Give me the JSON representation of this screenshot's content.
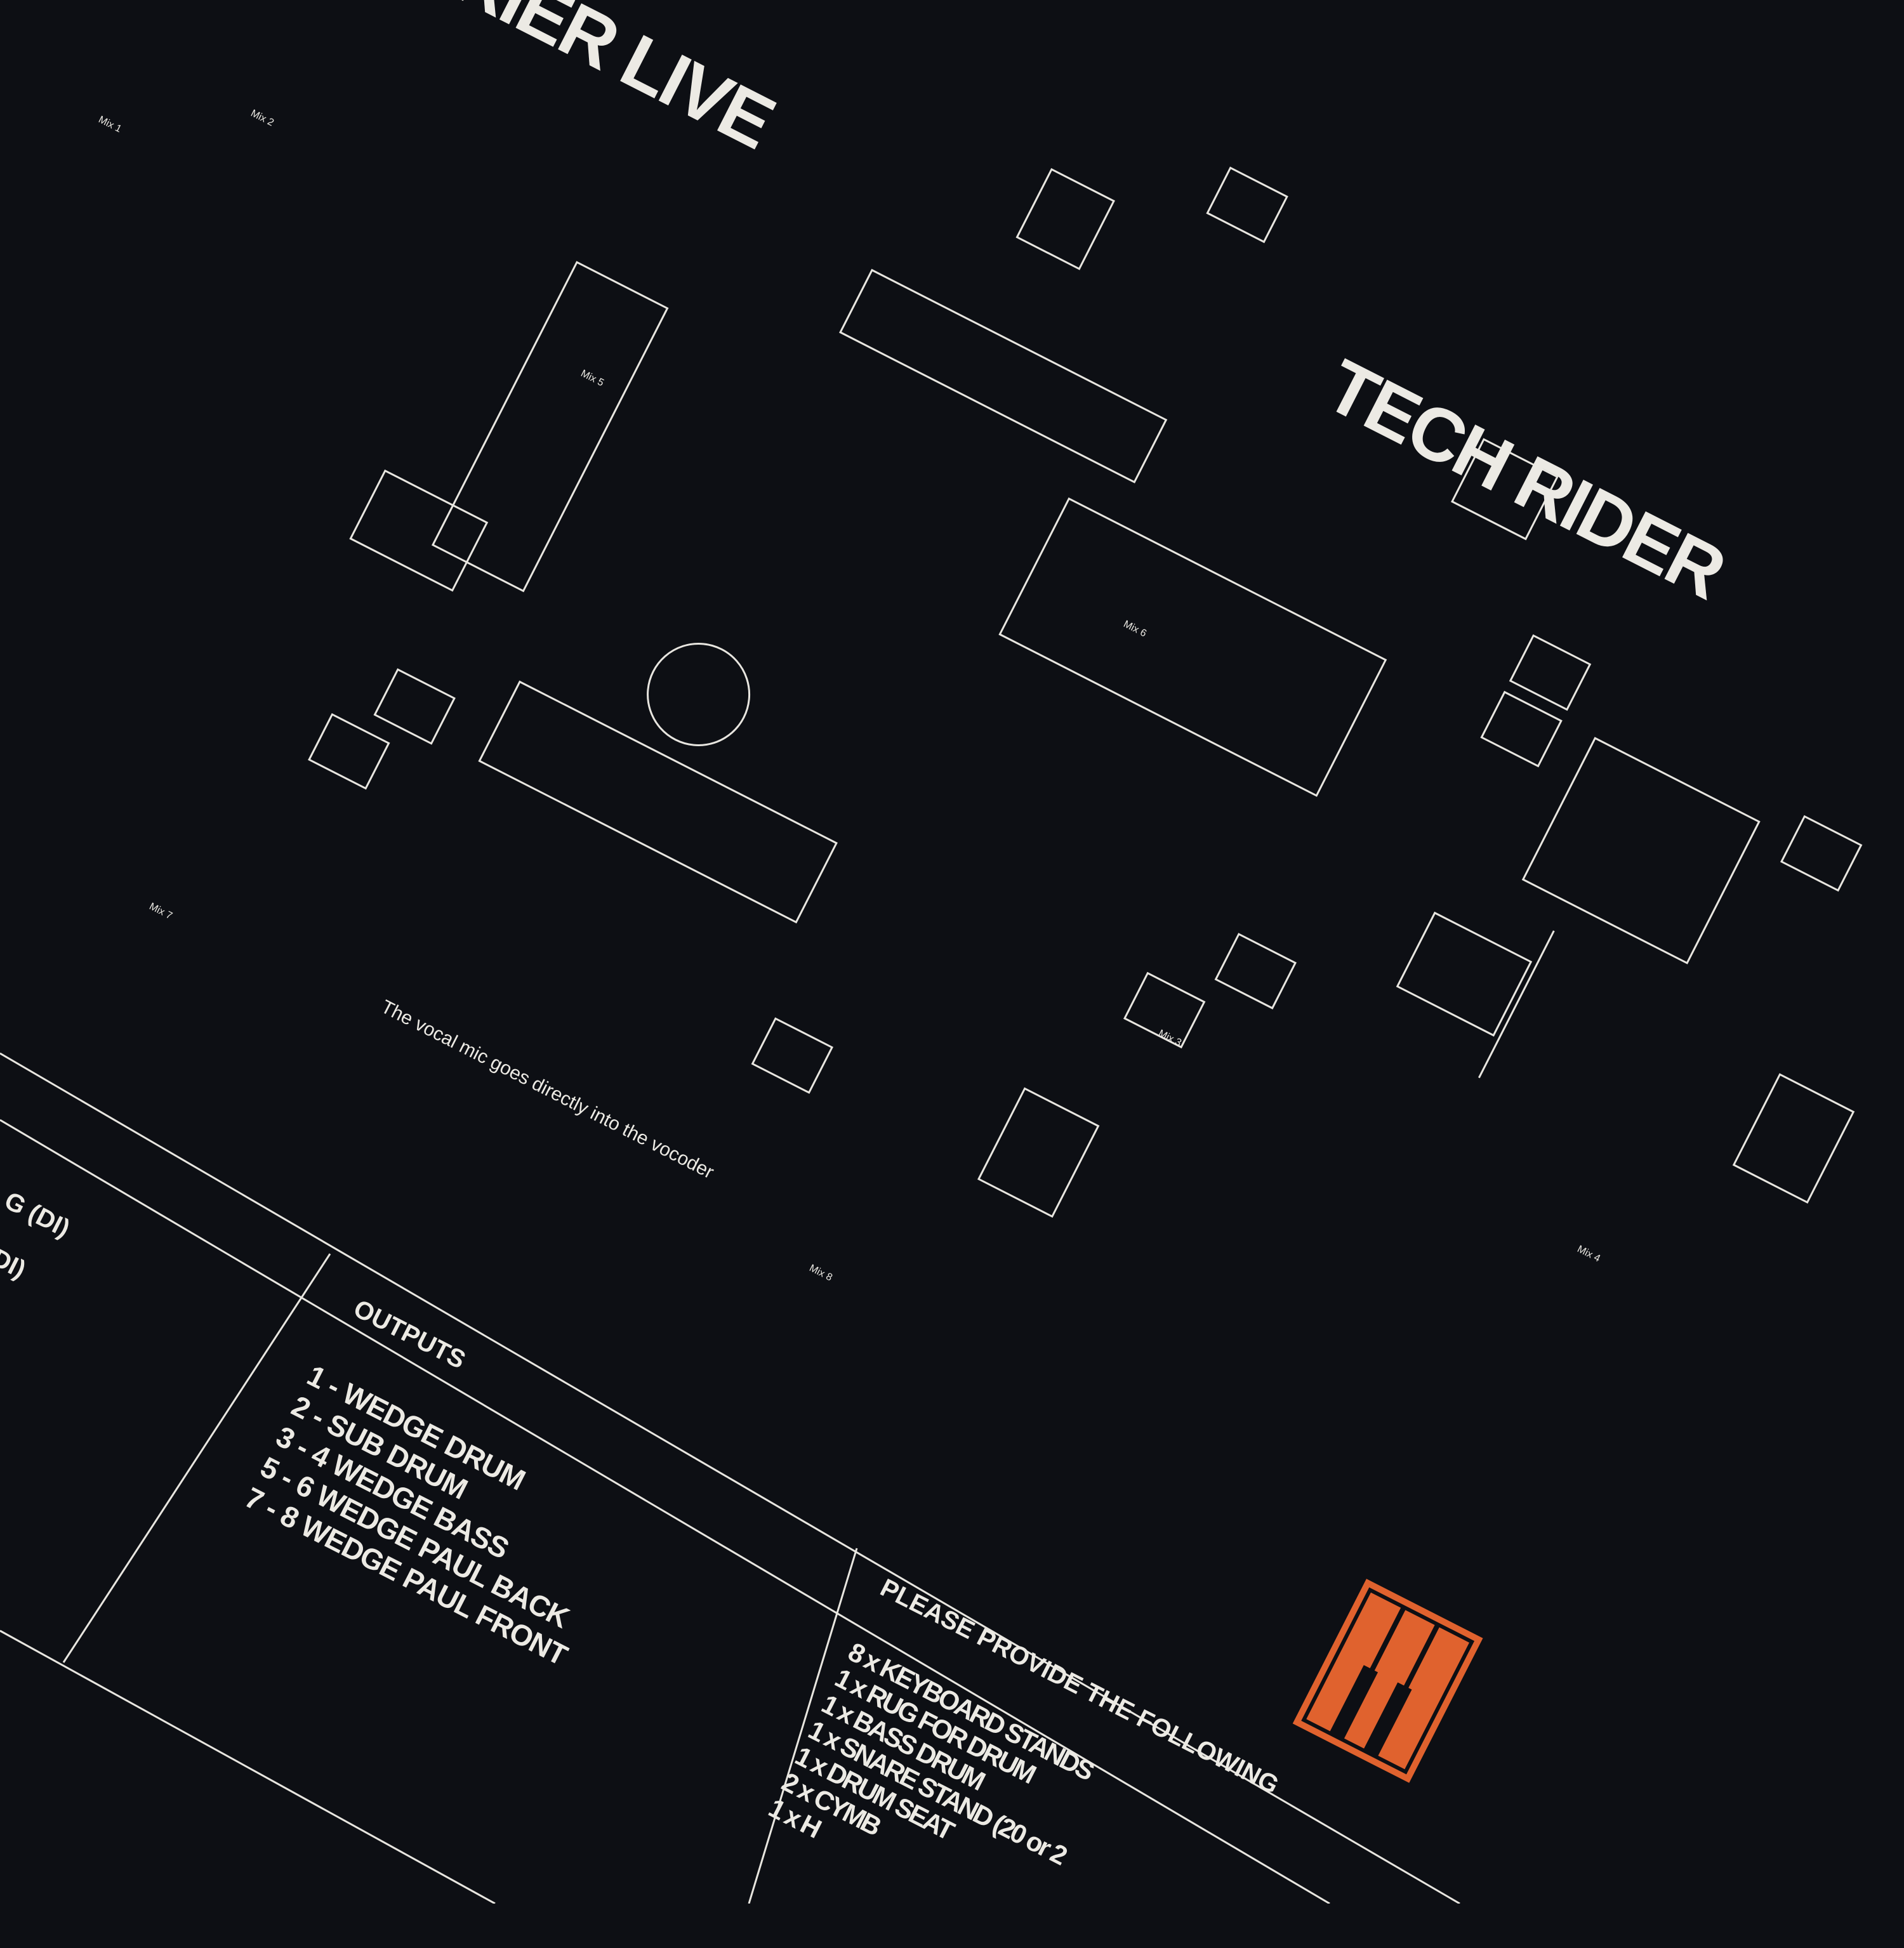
{
  "header": {
    "title_left": "PRIER LIVE",
    "title_right": "TECH RIDER"
  },
  "note": "The vocal mic goes directly into the vocoder",
  "inputs_fragments": [
    "G (DI)",
    "DI)"
  ],
  "outputs": {
    "heading": "OUTPUTS",
    "items": [
      "1 - WEDGE DRUM",
      "2 - SUB DRUM",
      "3 - 4 WEDGE BASS",
      "5 - 6 WEDGE PAUL BACK",
      "7 - 8 WEDGE PAUL FRONT"
    ]
  },
  "provide": {
    "heading": "PLEASE PROVIDE THE FOLLOWING",
    "items": [
      "8 x KEYBOARD STANDS",
      "1 x RUG FOR DRUM",
      "1 x BASS DRUM",
      "1 x SNARE STAND (20 or 2",
      "1 x DRUM SEAT",
      "2 x CYMB",
      "1 x H"
    ]
  },
  "monitor_labels": [
    "Mix 1",
    "Mix 2",
    "Mix 5",
    "Mix 6",
    "Mix 7",
    "Mix 3",
    "Mix 4",
    "Mix 8"
  ],
  "colors": {
    "background": "#0d0f14",
    "ink": "#eceae4",
    "logo": "#e0622e"
  }
}
